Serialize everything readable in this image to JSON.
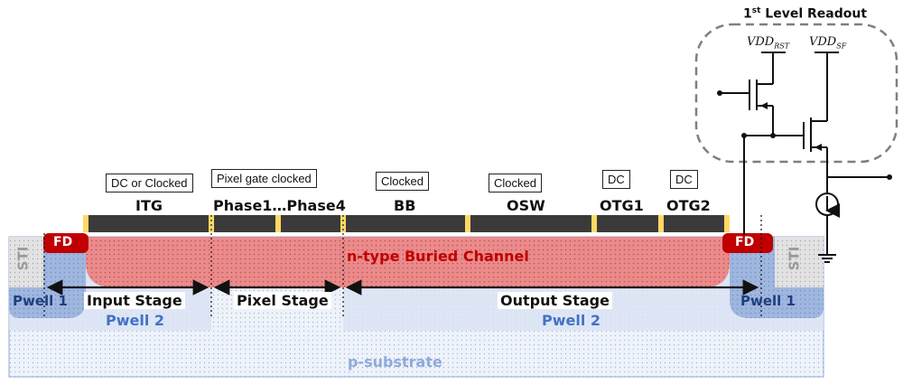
{
  "gates": {
    "itg": "ITG",
    "phase": "Phase1…Phase4",
    "bb": "BB",
    "osw": "OSW",
    "otg1": "OTG1",
    "otg2": "OTG2"
  },
  "gate_modes": {
    "itg": "DC or Clocked",
    "pixel": "Pixel gate clocked",
    "bb": "Clocked",
    "osw": "Clocked",
    "otg1": "DC",
    "otg2": "DC"
  },
  "regions": {
    "fd": "FD",
    "sti": "STI",
    "channel": "n-type Buried Channel",
    "pwell1": "Pwell 1",
    "pwell2": "Pwell 2",
    "substrate": "p-substrate"
  },
  "stages": {
    "input": "Input Stage",
    "pixel": "Pixel Stage",
    "output": "Output Stage"
  },
  "readout": {
    "title_sup": "st",
    "title_num": "1",
    "title_rest": "Level Readout",
    "vdd": "VDD",
    "vdd_rst_sub": "RST",
    "vdd_sf_sub": "SF"
  },
  "colors": {
    "gate": "#3a3a3a",
    "gate_gap": "#ffd966",
    "channel": "#e06666",
    "fd": "#c00000",
    "pwell1": "#8faadc",
    "pwell2": "#dae3f3",
    "sti": "#d9d9d9"
  }
}
